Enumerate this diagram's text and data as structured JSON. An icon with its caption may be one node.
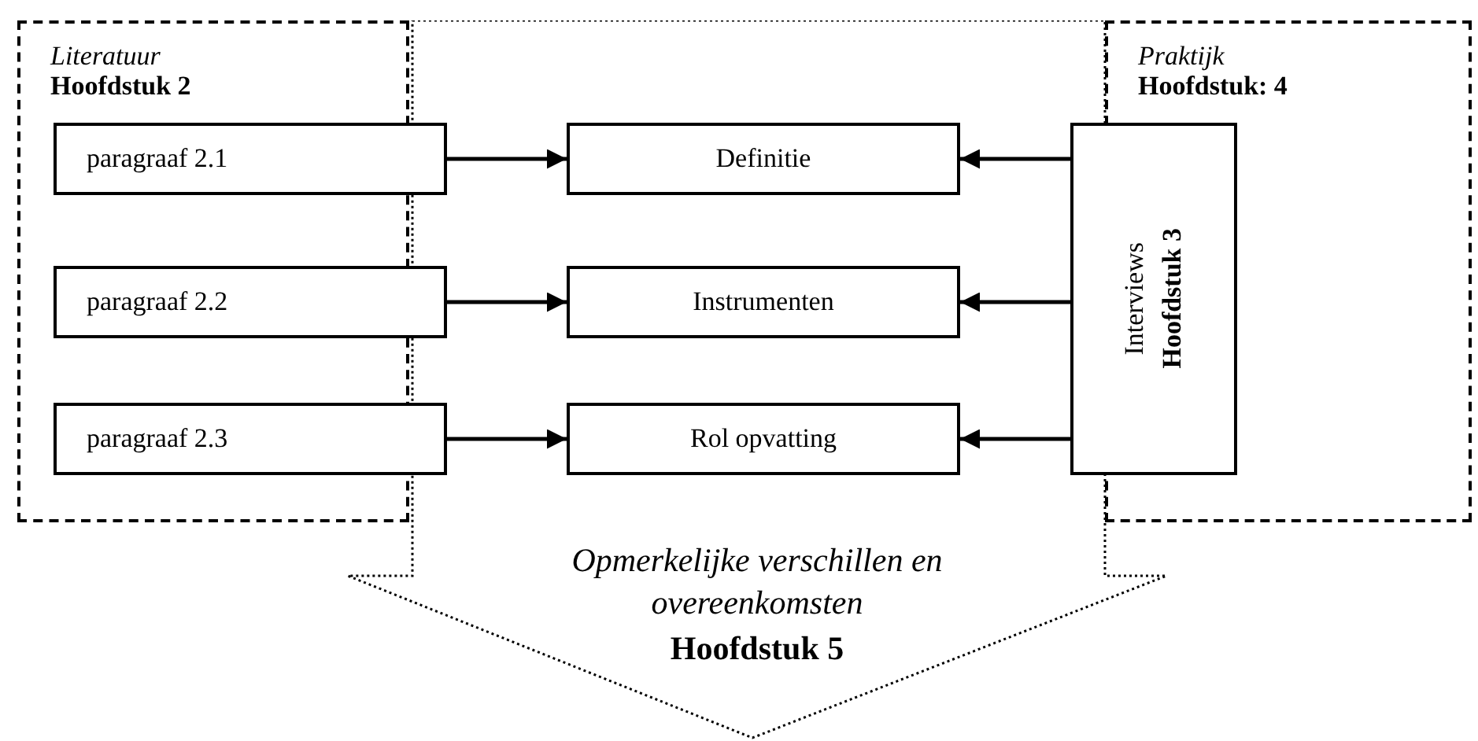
{
  "diagram": {
    "nodes": [
      {
        "text": [
          "Literatuur",
          "Hoofdstuk 2"
        ]
      },
      {
        "text": [
          "paragraaf 2.1"
        ]
      },
      {
        "text": [
          "paragraaf 2.2"
        ]
      },
      {
        "text": [
          "paragraaf 2.3"
        ]
      },
      {
        "text": [
          "Praktijk",
          "Hoofdstuk: 4"
        ]
      },
      {
        "text": [
          "Interviews",
          "Hoofdstuk 3"
        ]
      },
      {
        "text": [
          "Opmerkelijke verschillen en overeenkomsten",
          "Hoofdstuk 5"
        ]
      },
      {
        "text": [
          "Definitie"
        ],
        "in": 6
      },
      {
        "text": [
          "Instrumenten"
        ],
        "in": 6
      },
      {
        "text": [
          "Rol opvatting"
        ],
        "in": 6
      }
    ],
    "edges": [
      {
        "from": 1,
        "to": 7,
        "arrow": "to"
      },
      {
        "from": 2,
        "to": 8,
        "arrow": "to"
      },
      {
        "from": 3,
        "to": 9,
        "arrow": "to"
      },
      {
        "from": 5,
        "to": 7,
        "arrow": "to"
      },
      {
        "from": 5,
        "to": 8,
        "arrow": "to"
      },
      {
        "from": 5,
        "to": 9,
        "arrow": "to"
      }
    ]
  }
}
